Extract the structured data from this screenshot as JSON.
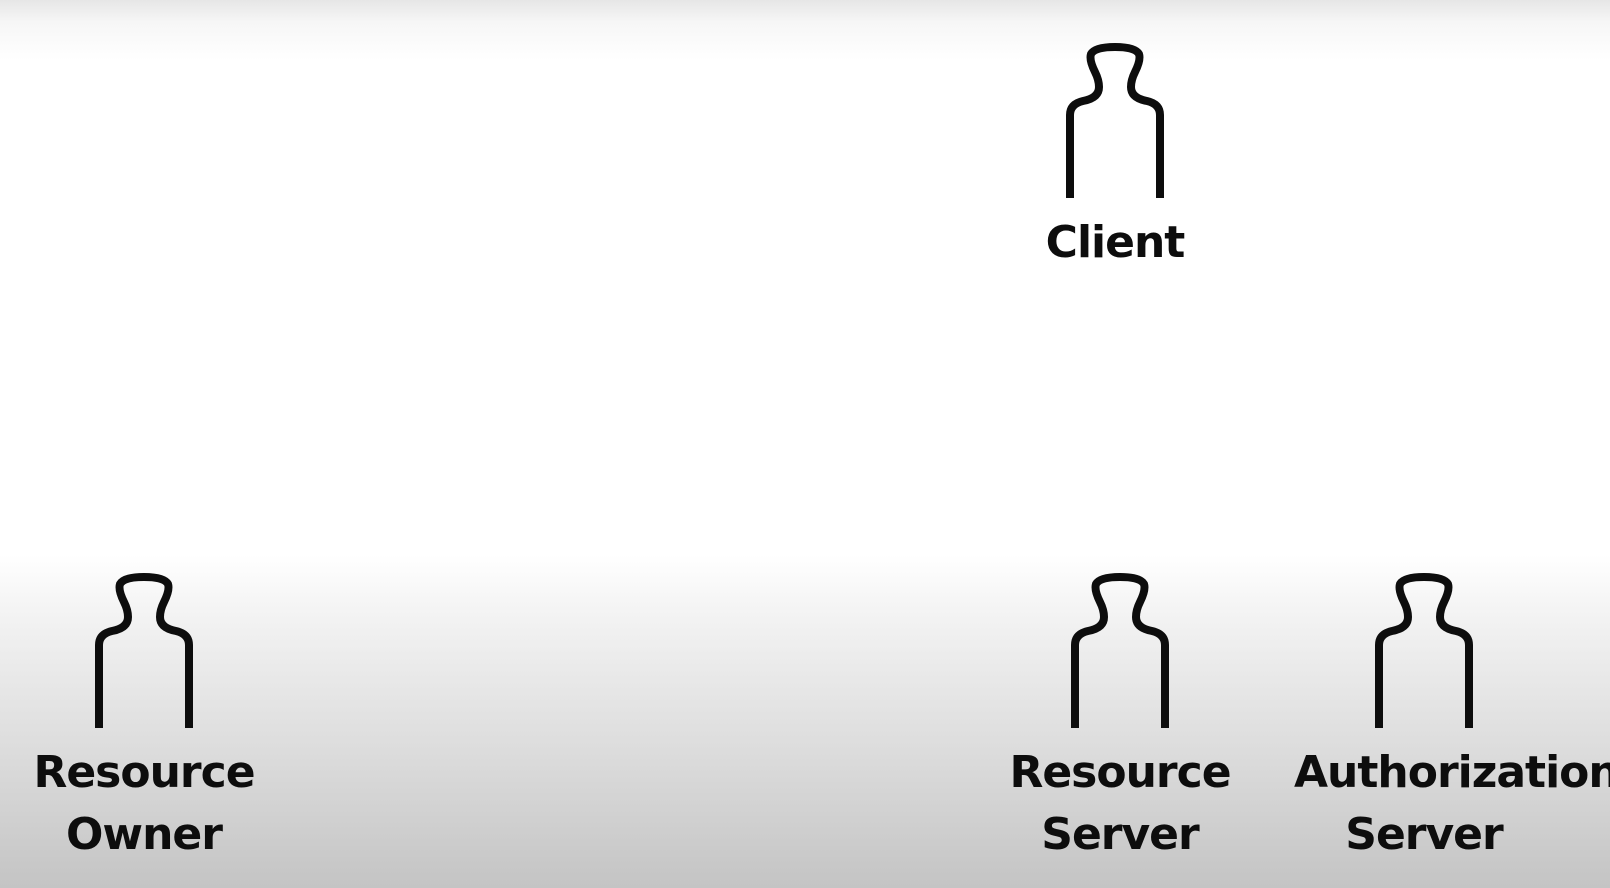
{
  "diagram": {
    "actors": [
      {
        "id": "client",
        "icon": "person-icon",
        "label": "Client"
      },
      {
        "id": "resource-owner",
        "icon": "person-icon",
        "label": "Resource\nOwner"
      },
      {
        "id": "resource-server",
        "icon": "person-icon",
        "label": "Resource\nServer"
      },
      {
        "id": "authorization-server",
        "icon": "person-icon",
        "label": "Authorization\nServer"
      }
    ],
    "colors": {
      "stroke": "#0d0d0d",
      "text": "#0d0d0d",
      "background_top": "#ffffff",
      "background_bottom": "#c4c4c4"
    }
  }
}
